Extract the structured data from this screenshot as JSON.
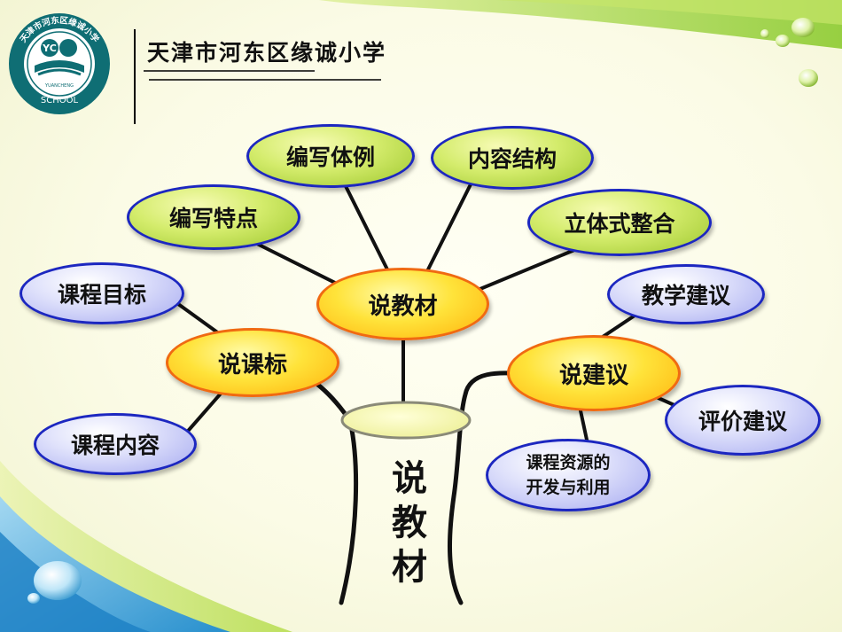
{
  "header": {
    "school_name": "天津市河东区缘诚小学",
    "logo": {
      "ring_text": "天津市河东区缘诚小学",
      "initials": "YC",
      "pinyin": "YUANCHENG",
      "school_word": "SCHOOL"
    }
  },
  "diagram": {
    "center_label": "说教材",
    "hubs": {
      "jiaocai": "说教材",
      "kebiao": "说课标",
      "jianyi": "说建议"
    },
    "nodes": {
      "bianxie_tili": "编写体例",
      "neirong_jiegou": "内容结构",
      "bianxie_tedian": "编写特点",
      "liti_zhenghe": "立体式整合",
      "kecheng_mubiao": "课程目标",
      "kecheng_neirong": "课程内容",
      "jiaoxue_jianyi": "教学建议",
      "pingjia_jianyi": "评价建议",
      "kecheng_ziyuan_line1": "课程资源的",
      "kecheng_ziyuan_line2": "开发与利用"
    }
  },
  "colors": {
    "green_bubble": "#c8e45a",
    "blue_bubble": "#c9ccf6",
    "orange_bubble": "#ffd21f",
    "bubble_border": "#1c27c0",
    "orange_border": "#f06a12",
    "swoosh_green": "#9ed230",
    "swoosh_blue": "#3aa0dc"
  }
}
